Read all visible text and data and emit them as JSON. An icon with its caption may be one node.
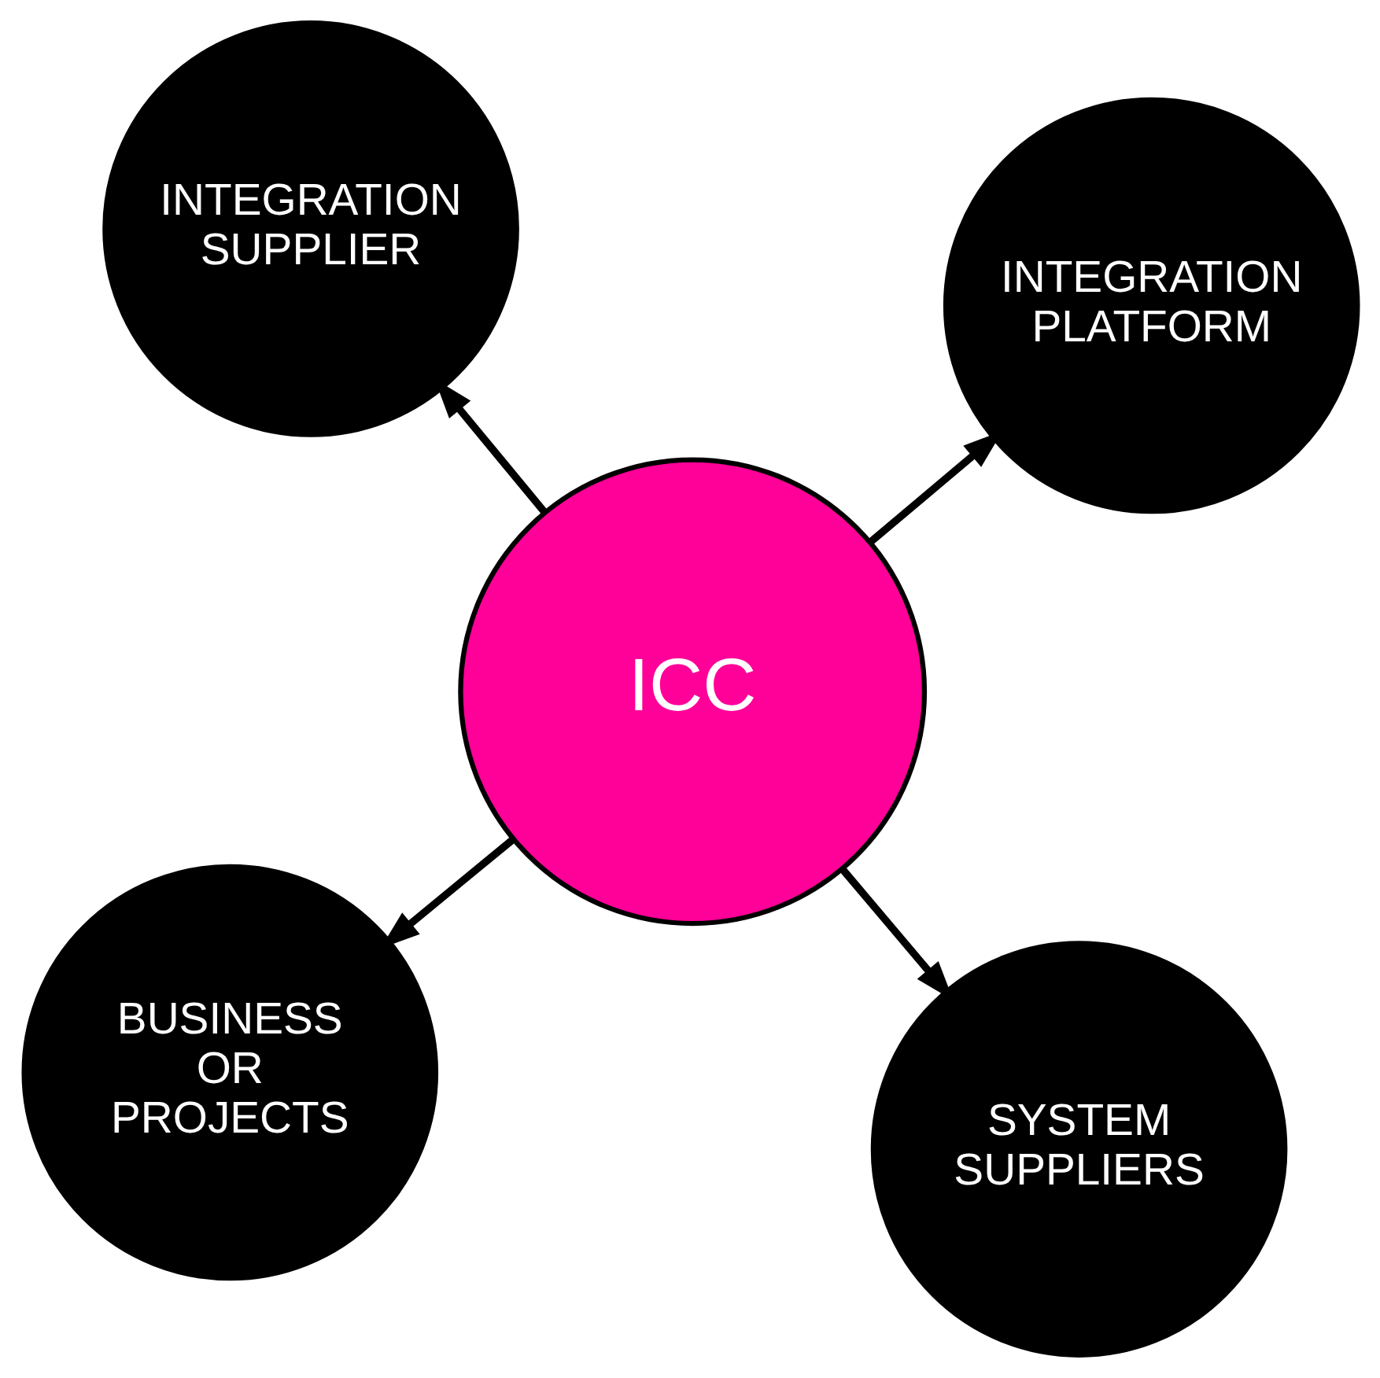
{
  "diagram": {
    "nodes": [
      {
        "text": [
          "BUSINESS OR PROJECTS"
        ]
      },
      {
        "text": [
          "SYSTEM SUPPLIERS"
        ]
      },
      {
        "text": [
          "ICC"
        ]
      },
      {
        "text": [
          "INTEGRATION SUPPLIER"
        ]
      },
      {
        "text": [
          "INTEGRATION PLATFORM"
        ]
      }
    ],
    "edges": [
      {
        "from": 2,
        "to": 0,
        "arrow": "to"
      },
      {
        "from": 2,
        "to": 1,
        "arrow": "to"
      },
      {
        "from": 2,
        "to": 3,
        "arrow": "to"
      },
      {
        "from": 2,
        "to": 4,
        "arrow": "to"
      }
    ]
  }
}
